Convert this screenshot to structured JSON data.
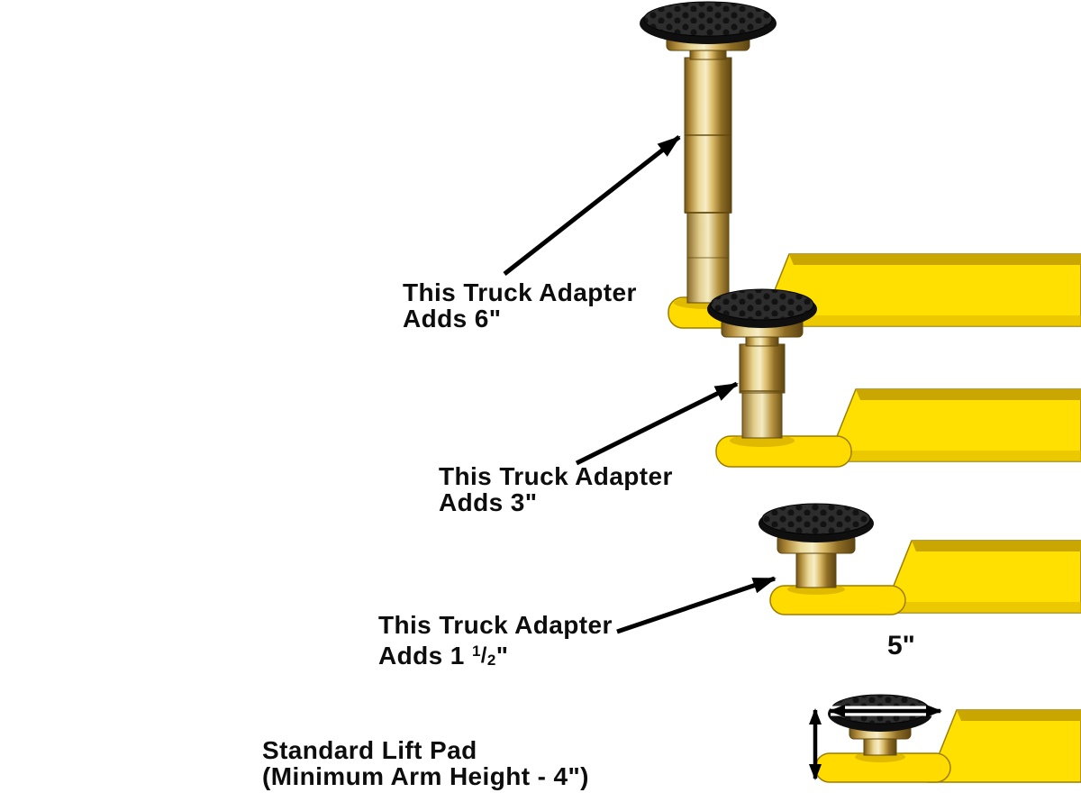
{
  "title": "Truck adapter height diagram",
  "colors": {
    "background": "#FFFFFF",
    "arm_yellow": "#FFE000",
    "arm_top_shade": "#C9A600",
    "arm_outline": "#9C7D00",
    "metal_gold_light": "#F7EEC8",
    "metal_gold_dark": "#6E531A",
    "pad_black": "#1A1A1A",
    "arrow": "#000000",
    "text": "#0D0D0D"
  },
  "labels": {
    "adapter6": {
      "line1": "This Truck Adapter",
      "line2": "Adds 6\""
    },
    "adapter3": {
      "line1": "This Truck Adapter",
      "line2": "Adds 3\""
    },
    "adapter15": {
      "line1": "This Truck Adapter",
      "line2_prefix": "Adds 1 ",
      "frac_num": "1",
      "frac_slash": "/",
      "frac_den": "2",
      "quote": "\""
    },
    "standard": {
      "line1": "Standard Lift Pad",
      "line2": "(Minimum Arm Height - 4\")"
    },
    "pad_width": "5\""
  }
}
